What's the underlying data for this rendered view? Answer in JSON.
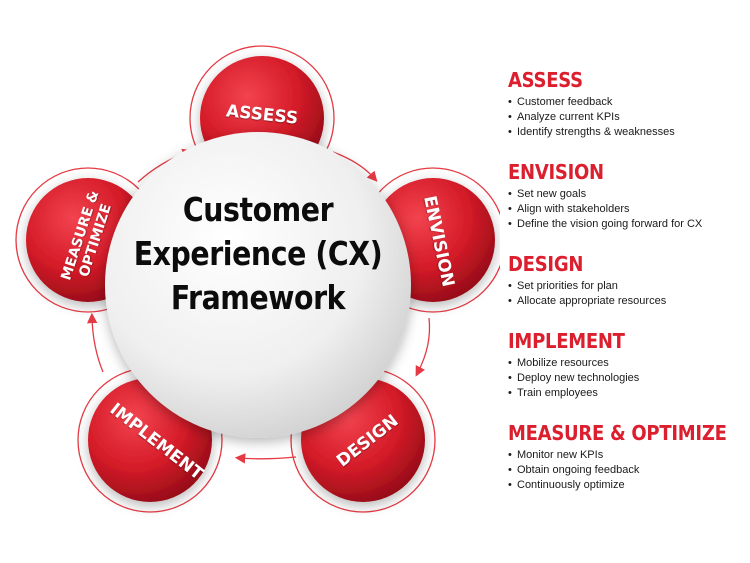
{
  "center": {
    "line1": "Customer",
    "line2": "Experience (CX)",
    "line3": "Framework"
  },
  "satellites": [
    {
      "key": "assess",
      "label": "ASSESS"
    },
    {
      "key": "envision",
      "label": "ENVISION"
    },
    {
      "key": "design",
      "label": "DESIGN"
    },
    {
      "key": "implement",
      "label": "IMPLEMENT"
    },
    {
      "key": "measure",
      "label_line1": "MEASURE &",
      "label_line2": "OPTIMIZE"
    }
  ],
  "details": [
    {
      "title": "ASSESS",
      "items": [
        "Customer feedback",
        "Analyze current KPIs",
        "Identify strengths & weaknesses"
      ]
    },
    {
      "title": "ENVISION",
      "items": [
        "Set new goals",
        "Align with stakeholders",
        "Define the vision going forward for CX"
      ]
    },
    {
      "title": "DESIGN",
      "items": [
        "Set priorities for plan",
        "Allocate appropriate resources"
      ]
    },
    {
      "title": "IMPLEMENT",
      "items": [
        "Mobilize resources",
        "Deploy new technologies",
        "Train employees"
      ]
    },
    {
      "title": "MEASURE & OPTIMIZE",
      "items": [
        "Monitor new KPIs",
        "Obtain ongoing feedback",
        "Continuously optimize"
      ]
    }
  ],
  "colors": {
    "accent": "#dc1f2e",
    "sphere_dark": "#9e0e1a",
    "ring": "#e53a44",
    "center_sphere": "#f2f2f2"
  }
}
